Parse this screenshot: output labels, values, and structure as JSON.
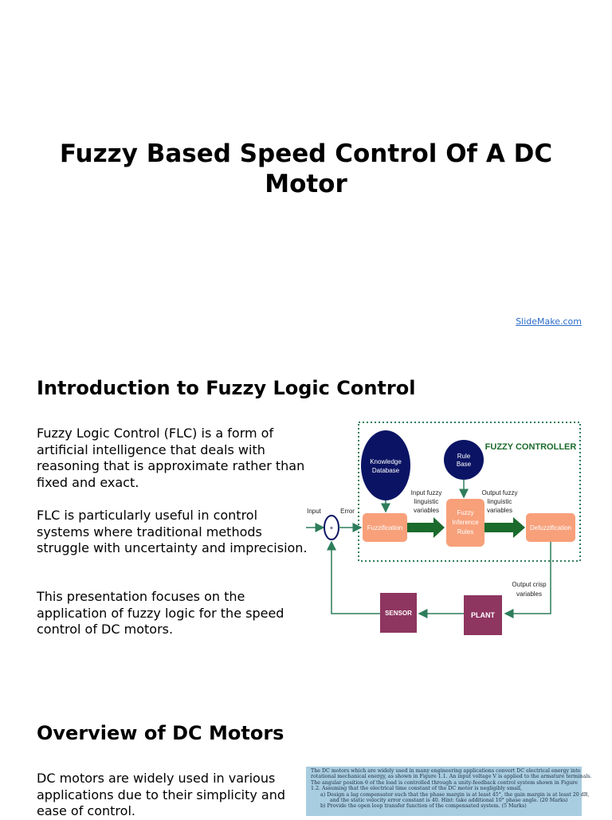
{
  "slide1": {
    "title": "Fuzzy Based Speed Control Of A DC Motor",
    "watermark": "SlideMake.com"
  },
  "slide2": {
    "heading": "Introduction to Fuzzy Logic Control",
    "paragraphs": [
      "Fuzzy Logic Control (FLC) is a form of artificial intelligence that deals with reasoning that is approximate rather than fixed and exact.",
      "FLC is particularly useful in control systems where traditional methods struggle with uncertainty and imprecision.",
      "This presentation focuses on the application of fuzzy logic for the speed control of DC motors."
    ],
    "diagram": {
      "controller_label": "FUZZY CONTROLLER",
      "knowledge_db": [
        "Knowledge",
        "Database"
      ],
      "rule_base": [
        "Rule",
        "Base"
      ],
      "fuzzification": "Fuzzification",
      "inference": [
        "Fuzzy",
        "Inference",
        "Rules"
      ],
      "defuzzification": "Defuzzification",
      "input": "Input",
      "error": "Error",
      "sum_sign": "+",
      "input_fuzzy": [
        "Input fuzzy",
        "linguistic",
        "variables"
      ],
      "output_fuzzy": [
        "Output fuzzy",
        "linguistic",
        "variables"
      ],
      "output_crisp": [
        "Output crisp",
        "variables"
      ],
      "sensor": "SENSOR",
      "plant": "PLANT",
      "colors": {
        "navy": "#0b1464",
        "orange": "#f7a07a",
        "green": "#1a6b2c",
        "maroon": "#8e3560",
        "line": "#2e7d5b"
      }
    }
  },
  "slide3": {
    "heading": "Overview of DC Motors",
    "paragraph": "DC motors are widely used in various applications due to their simplicity and ease of control.",
    "doc_lines": [
      "The DC motors which are widely used in many engineering applications convert DC electrical energy into",
      "rotational mechanical energy, as shown in Figure 1.1. An input voltage V is applied to the armature terminals.",
      "The angular position θ of the load is controlled through a unity-feedback control system shown in Figure",
      "1.2. Assuming that the electrical time constant of the DC motor is negligibly small,",
      "a)   Design a lag compensator such that the phase margin is at least 45°, the gain margin is at least 20 dB,",
      "and the static velocity error constant is 40. Hint: take additional 10° phase angle. (20 Marks)",
      "b)   Provide the open loop transfer function of the compensated system. (5 Marks)"
    ]
  }
}
